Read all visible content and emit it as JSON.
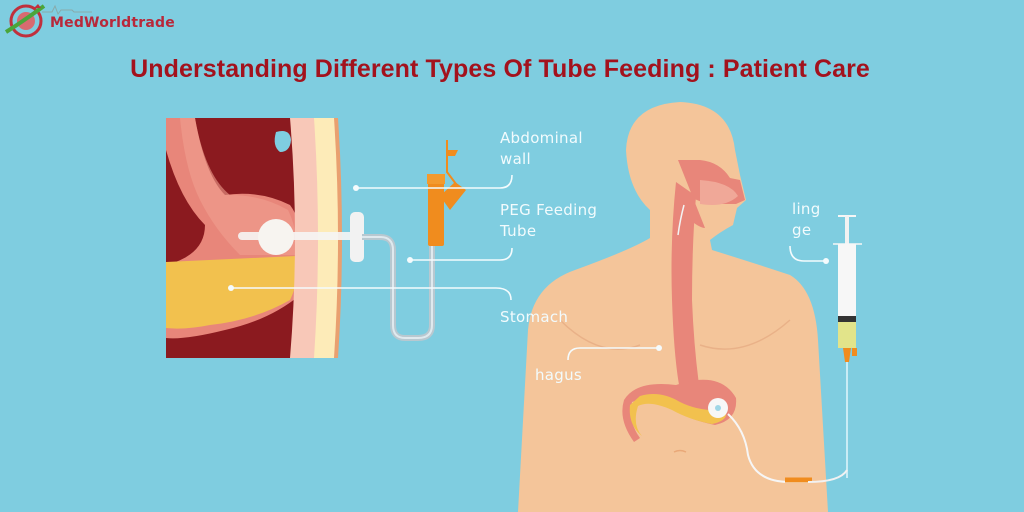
{
  "brand": {
    "name": "MedWorldtrade"
  },
  "header": {
    "title": "Understanding Different Types Of Tube Feeding : Patient Care"
  },
  "diagram_peg": {
    "labels": {
      "abdominal_wall_line1": "Abdominal",
      "abdominal_wall_line2": "wall",
      "peg_tube_line1": "PEG Feeding",
      "peg_tube_line2": "Tube",
      "stomach": "Stomach"
    }
  },
  "diagram_body": {
    "labels": {
      "syringe_line1": "ling",
      "syringe_line2": "ge",
      "esophagus": "hagus"
    }
  },
  "colors": {
    "background": "#7fcde0",
    "title": "#a3121d",
    "brand": "#b8283a",
    "skin": "#f4c59a",
    "organ": "#e8867a",
    "stomach_content": "#f2c14e",
    "cavity": "#8b1a1f",
    "tube_orange": "#f08c1e",
    "label_text": "#f2fbfd"
  }
}
